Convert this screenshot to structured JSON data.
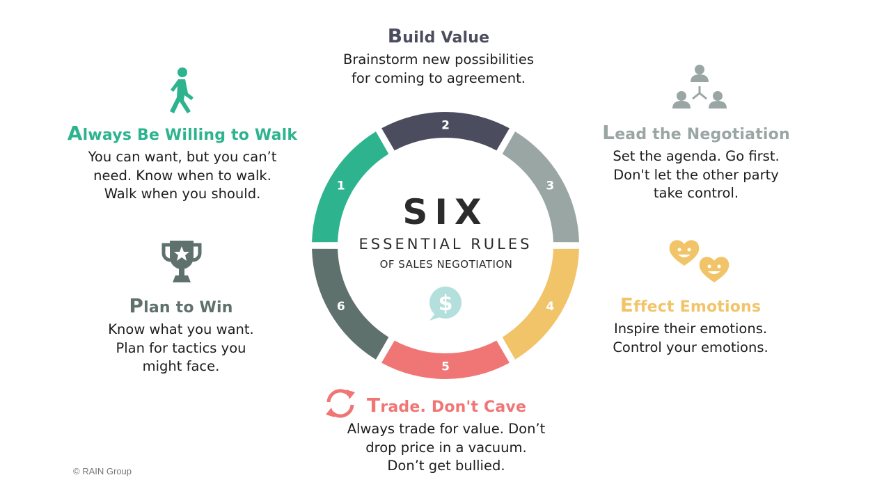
{
  "center": {
    "title": "SIX",
    "subtitle": "ESSENTIAL RULES",
    "tagline": "OF SALES NEGOTIATION"
  },
  "segments": [
    {
      "number": "1",
      "color": "#2db38e"
    },
    {
      "number": "2",
      "color": "#4b4d5e"
    },
    {
      "number": "3",
      "color": "#9aa6a4"
    },
    {
      "number": "4",
      "color": "#f2c46a"
    },
    {
      "number": "5",
      "color": "#f07575"
    },
    {
      "number": "6",
      "color": "#5f716d"
    }
  ],
  "rules": {
    "walk": {
      "cap": "A",
      "rest": "lways Be Willing to Walk",
      "lines": [
        "You can want, but you can’t",
        "need. Know when to walk.",
        "Walk when you should."
      ],
      "color": "#2db38e"
    },
    "build": {
      "cap": "B",
      "rest": "uild Value",
      "lines": [
        "Brainstorm new possibilities",
        "for coming to agreement."
      ],
      "color": "#4b4d5e"
    },
    "lead": {
      "cap": "L",
      "rest": "ead the Negotiation",
      "lines": [
        "Set the agenda. Go first.",
        "Don't let the other party",
        "take control."
      ],
      "color": "#9aa6a4"
    },
    "emotions": {
      "cap": "E",
      "rest": "ffect Emotions",
      "lines": [
        "Inspire their emotions.",
        "Control your emotions."
      ],
      "color": "#f2c46a"
    },
    "trade": {
      "cap": "T",
      "rest": "rade. Don't Cave",
      "lines": [
        "Always trade for value. Don’t",
        "drop price in a vacuum.",
        "Don’t get bullied."
      ],
      "color": "#f07575"
    },
    "plan": {
      "cap": "P",
      "rest": "lan to Win",
      "lines": [
        "Know what you want.",
        "Plan for tactics you",
        "might face."
      ],
      "color": "#5f716d"
    }
  },
  "copyright": "© RAIN Group"
}
